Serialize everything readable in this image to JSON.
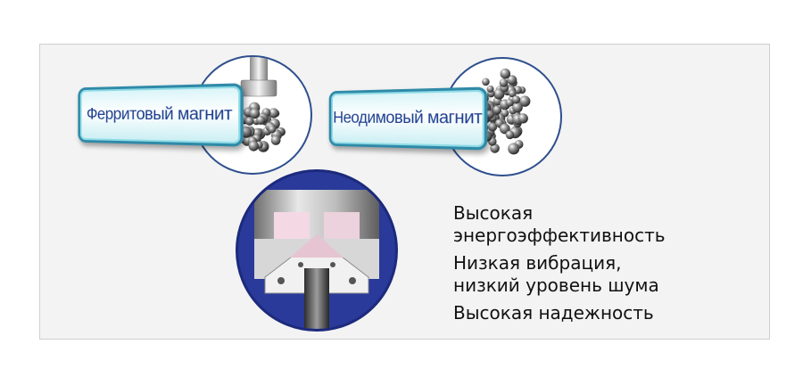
{
  "magnets": {
    "ferrite_label": "Ферритовый магнит",
    "neodymium_label": "Неодимовый магнит"
  },
  "features": [
    {
      "lines": [
        "Высокая",
        "энергоэффективность"
      ]
    },
    {
      "lines": [
        "Низкая вибрация,",
        "низкий уровень шума"
      ]
    },
    {
      "lines": [
        "Высокая надежность"
      ]
    }
  ],
  "colors": {
    "accent_blue": "#2a3a9a",
    "label_border": "#2f8aa8",
    "label_text": "#1b3f8f"
  }
}
